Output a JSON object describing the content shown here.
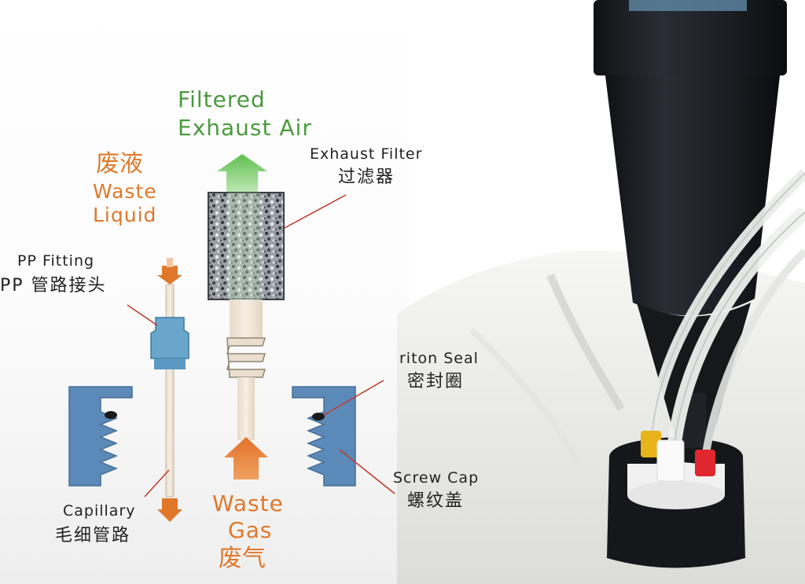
{
  "labels": {
    "filtered_exhaust_air": [
      "Filtered",
      "Exhaust Air"
    ],
    "exhaust_filter": {
      "en": "Exhaust Filter",
      "zh": "过滤器"
    },
    "waste_liquid": {
      "zh": "废液",
      "en": [
        "Waste",
        "Liquid"
      ]
    },
    "pp_fitting": {
      "en": "PP  Fitting",
      "zh": "PP 管路接头"
    },
    "oriton_seal": {
      "en": "riton Seal",
      "zh": "密封圈"
    },
    "screw_cap": {
      "en": "Screw Cap",
      "zh": "螺纹盖"
    },
    "capillary": {
      "en": "Capillary",
      "zh": "毛细管路"
    },
    "waste_gas": {
      "en": [
        "Waste",
        "Gas"
      ],
      "zh": "废气"
    }
  },
  "colors": {
    "orange": "#e0782b",
    "green": "#4a9a3c",
    "cap_blue": "#5b8ab8",
    "fitting_blue": "#6aa6cc",
    "filter_body": "#1c1f24",
    "label_dark": "#222222"
  }
}
